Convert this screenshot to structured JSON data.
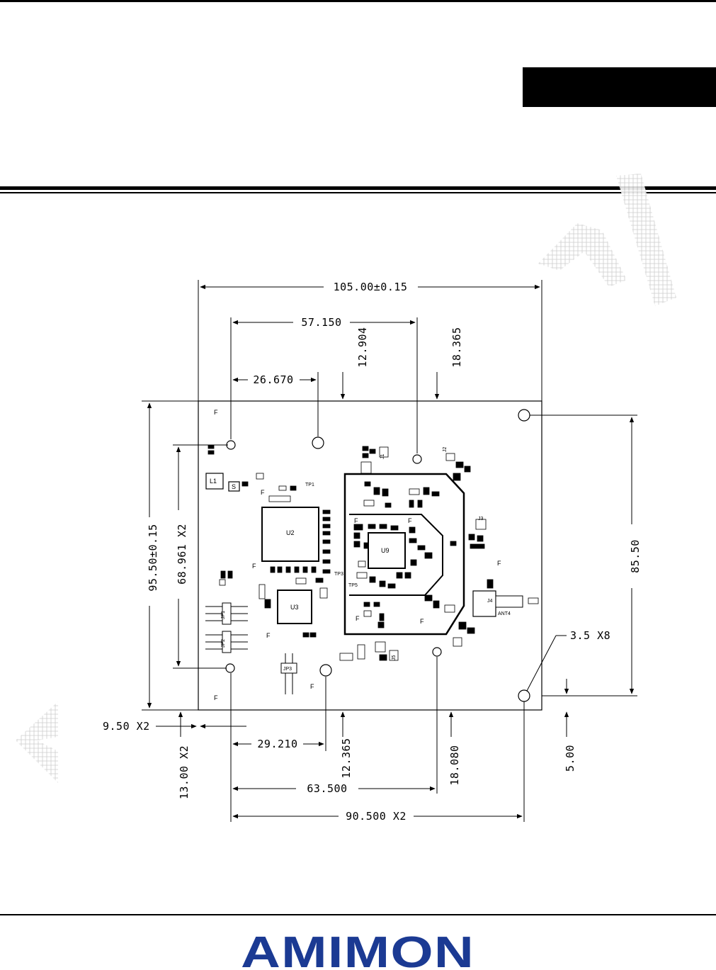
{
  "dimensions": {
    "overall_width": "105.00±0.15",
    "hole_span_top": "57.150",
    "hole_offset_left": "26.670",
    "top_offset_a": "12.904",
    "top_offset_b": "18.365",
    "overall_height": "95.50±0.15",
    "hole_vertical_span": "68.961 X2",
    "right_hole_span": "85.50",
    "hole_diameter": "3.5 X8",
    "left_margin": "9.50 X2",
    "bottom_margin": "13.00 X2",
    "bottom_offset_a": "29.210",
    "bottom_offset_b": "12.365",
    "bottom_offset_c": "18.080",
    "bottom_edge": "5.00",
    "bottom_span_a": "63.500",
    "bottom_span_b": "90.500 X2"
  },
  "components": {
    "u2": "U2",
    "u3": "U3",
    "u9": "U9",
    "l1": "L1",
    "jp1": "JP1",
    "jp2": "JP2",
    "jp3": "JP3",
    "j1": "J1",
    "j2": "J2",
    "j3": "J3",
    "j4": "J4",
    "j5": "J5",
    "ant4": "ANT4",
    "tp1": "TP1",
    "tp3": "TP3",
    "tp5": "TP5",
    "fiducial": "F",
    "s": "S"
  },
  "footer": {
    "logo": "AMIMON"
  },
  "colors": {
    "logo_blue": "#1b3a93",
    "logo_red": "#d61f26",
    "logo_green": "#3aa935",
    "watermark": "#d9d9d9"
  }
}
